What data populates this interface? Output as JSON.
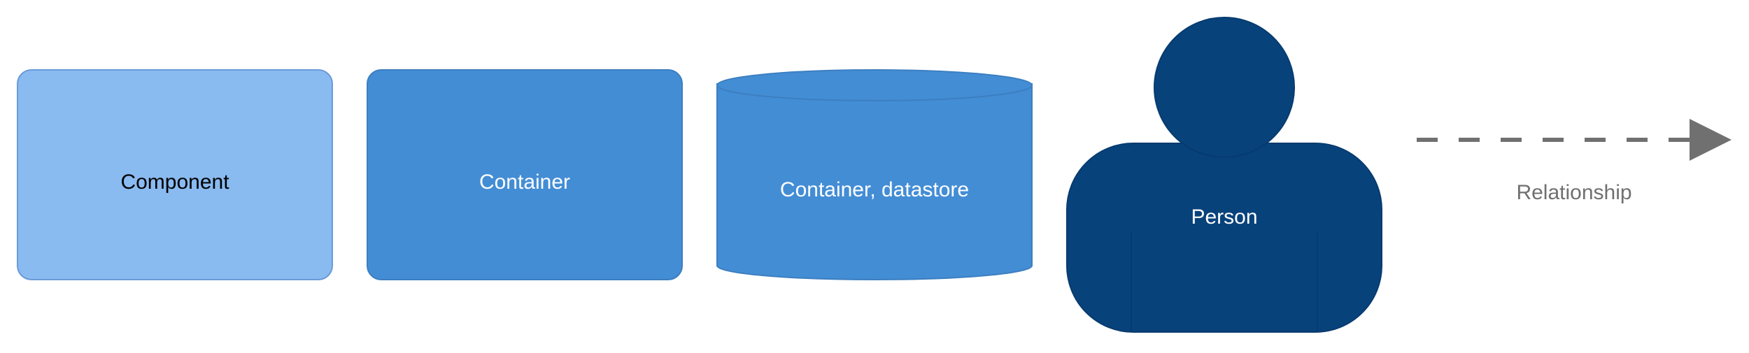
{
  "legend": {
    "component": {
      "label": "Component",
      "fill": "#89BAF0",
      "stroke": "#6A9BD8",
      "text_color": "#000000"
    },
    "container": {
      "label": "Container",
      "fill": "#438DD5",
      "stroke": "#3C7FC0",
      "text_color": "#FFFFFF"
    },
    "datastore": {
      "label": "Container, datastore",
      "fill": "#438DD5",
      "stroke": "#3C7FC0",
      "text_color": "#FFFFFF"
    },
    "person": {
      "label": "Person",
      "fill": "#08427B",
      "stroke": "#073B6F",
      "text_color": "#FFFFFF"
    },
    "relationship": {
      "label": "Relationship",
      "line_color": "#707070",
      "text_color": "#707070",
      "style": "dashed"
    }
  }
}
